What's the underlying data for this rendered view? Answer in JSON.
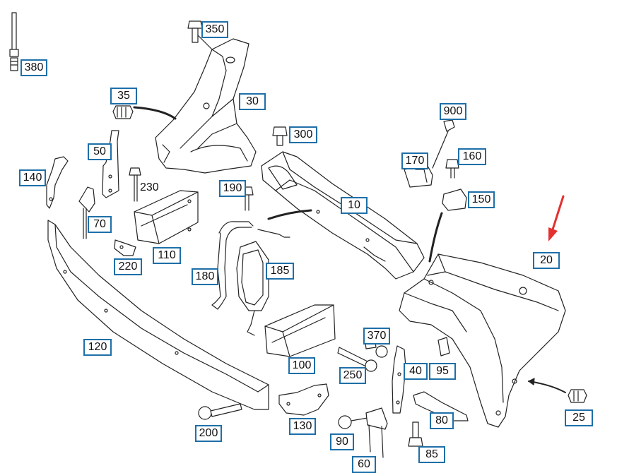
{
  "diagram": {
    "callouts": {
      "c380": "380",
      "c350": "350",
      "c35": "35",
      "c30": "30",
      "c50": "50",
      "c300": "300",
      "c140": "140",
      "c230": "230",
      "c190": "190",
      "c900": "900",
      "c170": "170",
      "c160": "160",
      "c10": "10",
      "c150": "150",
      "c70": "70",
      "c110": "110",
      "c220": "220",
      "c180": "180",
      "c185": "185",
      "c20": "20",
      "c120": "120",
      "c370": "370",
      "c100": "100",
      "c250": "250",
      "c40": "40",
      "c95": "95",
      "c130": "130",
      "c200": "200",
      "c80": "80",
      "c25": "25",
      "c90": "90",
      "c85": "85",
      "c60": "60"
    },
    "colors": {
      "callout_border": "#1e6fa8",
      "line_art": "#222222",
      "arrow": "#e53030"
    },
    "icons": [
      "red-pointer-arrow"
    ]
  }
}
